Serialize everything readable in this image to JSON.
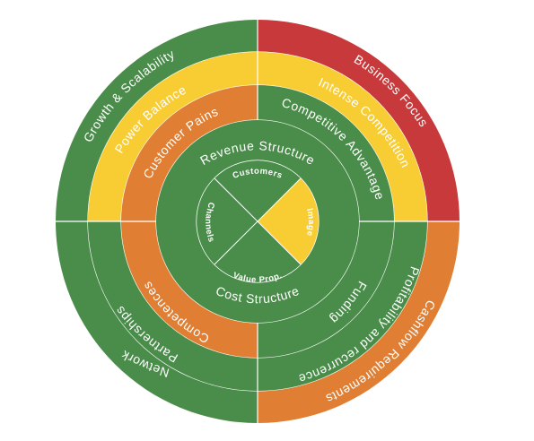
{
  "colors": {
    "green": "#4a8d4a",
    "yellow": "#f8cd34",
    "orange": "#e07f33",
    "red": "#c8393b",
    "divider": "#ffffff"
  },
  "rings": {
    "ring4": {
      "segments": [
        {
          "label": "Growth & Scalability",
          "color": "green"
        },
        {
          "label": "Business Focus",
          "color": "red"
        },
        {
          "label": "Cashflow Requirements",
          "color": "orange"
        },
        {
          "label": "Network",
          "color": "green"
        }
      ]
    },
    "ring3": {
      "segments": [
        {
          "label": "Power Balance",
          "color": "yellow"
        },
        {
          "label": "Intense Competition",
          "color": "yellow"
        },
        {
          "label": "Profitability and recurrence",
          "color": "green"
        },
        {
          "label": "Partnerships",
          "color": "green"
        }
      ]
    },
    "ring2": {
      "segments": [
        {
          "label": "Customer Pains",
          "color": "orange"
        },
        {
          "label": "Competitive Advantage",
          "color": "green"
        },
        {
          "label": "Funding",
          "color": "green"
        },
        {
          "label": "Competences",
          "color": "orange"
        }
      ]
    },
    "ring1": {
      "segments": [
        {
          "label": "Revenue Structure",
          "color": "green"
        },
        {
          "label": "Cost Structure",
          "color": "green"
        }
      ]
    },
    "core": {
      "segments": [
        {
          "label": "Customers",
          "color": "green"
        },
        {
          "label": "Image",
          "color": "yellow"
        },
        {
          "label": "Value Prop.",
          "color": "green"
        },
        {
          "label": "Channels",
          "color": "green"
        }
      ]
    }
  }
}
